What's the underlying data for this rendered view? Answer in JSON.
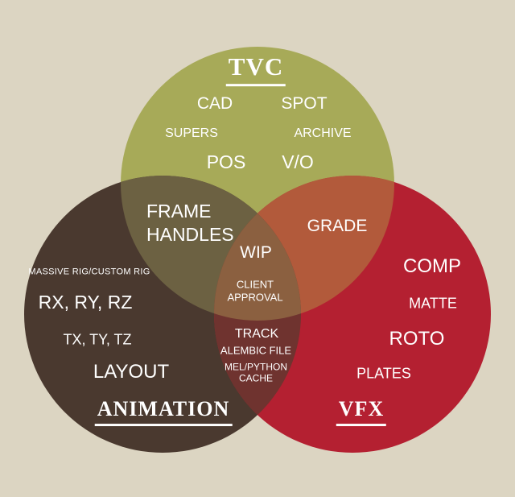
{
  "diagram": {
    "type": "venn",
    "background_color": "#dcd5c2",
    "text_color": "#ffffff",
    "circles": {
      "tvc": {
        "label": "TVC",
        "color": "#a7aa58",
        "items": [
          "CAD",
          "SPOT",
          "SUPERS",
          "ARCHIVE",
          "POS",
          "V/O"
        ]
      },
      "animation": {
        "label": "ANIMATION",
        "color": "#4a392f",
        "items": [
          "MASSIVE RIG/CUSTOM RIG",
          "RX, RY, RZ",
          "TX, TY, TZ",
          "LAYOUT"
        ]
      },
      "vfx": {
        "label": "VFX",
        "color": "#b42031",
        "items": [
          "COMP",
          "MATTE",
          "ROTO",
          "PLATES"
        ]
      }
    },
    "overlaps": {
      "tvc_animation": {
        "color": "#6c6142",
        "items": [
          "FRAME HANDLES"
        ]
      },
      "tvc_vfx": {
        "color": "#b25a3b",
        "items": [
          "GRADE"
        ]
      },
      "animation_vfx": {
        "color": "#6f332f",
        "items": [
          "TRACK",
          "ALEMBIC FILE",
          "MEL/PYTHON CACHE"
        ]
      },
      "center": {
        "color": "#8b6040",
        "items": [
          "WIP",
          "CLIENT APPROVAL"
        ]
      }
    }
  }
}
